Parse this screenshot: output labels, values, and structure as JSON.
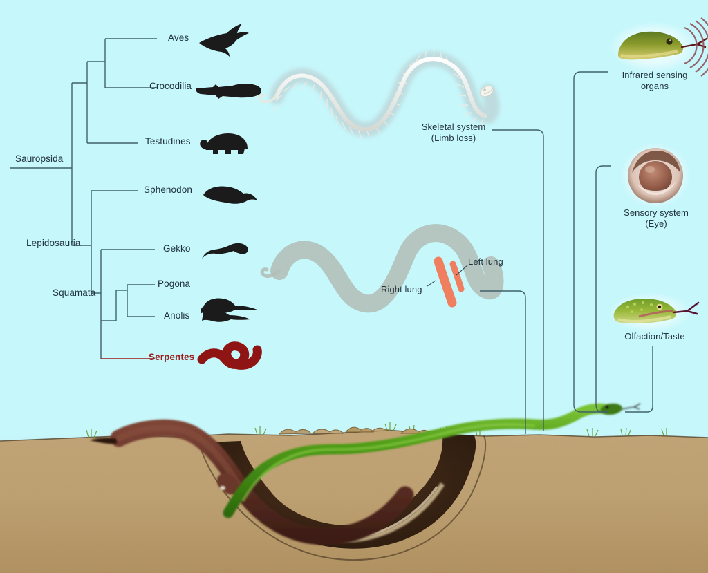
{
  "figure": {
    "background_color": "#c6f7fb",
    "soil_color": "#bfa172",
    "burrow_color": "#3b2415",
    "highlight_color": "#9b1b1b",
    "line_color": "#41606b"
  },
  "cladogram": {
    "internal_nodes": [
      {
        "id": "sauropsida",
        "label": "Sauropsida"
      },
      {
        "id": "lepidosauria",
        "label": "Lepidosauria"
      },
      {
        "id": "squamata",
        "label": "Squamata"
      }
    ],
    "tips": [
      {
        "id": "aves",
        "label": "Aves",
        "silhouette": "bird-silhouette",
        "highlight": false
      },
      {
        "id": "crocodilia",
        "label": "Crocodilia",
        "silhouette": "crocodile-silhouette",
        "highlight": false
      },
      {
        "id": "testudines",
        "label": "Testudines",
        "silhouette": "turtle-silhouette",
        "highlight": false
      },
      {
        "id": "sphenodon",
        "label": "Sphenodon",
        "silhouette": "tuatara-silhouette",
        "highlight": false
      },
      {
        "id": "gekko",
        "label": "Gekko",
        "silhouette": "gecko-silhouette",
        "highlight": false
      },
      {
        "id": "pogona",
        "label": "Pogona",
        "silhouette": "pogona-silhouette",
        "highlight": false
      },
      {
        "id": "anolis",
        "label": "Anolis",
        "silhouette": "anolis-silhouette",
        "highlight": false
      },
      {
        "id": "serpentes",
        "label": "Serpentes",
        "silhouette": "snake-silhouette",
        "highlight": true
      }
    ]
  },
  "annotations": {
    "skeletal": {
      "line1": "Skeletal system",
      "line2": "(Limb loss)"
    },
    "right_lung": "Right lung",
    "left_lung": "Left lung"
  },
  "panels": [
    {
      "id": "infrared",
      "line1": "Infrared sensing",
      "line2": "organs",
      "image": "snake-head-infrared-photo"
    },
    {
      "id": "eye",
      "line1": "Sensory system",
      "line2": "(Eye)",
      "image": "snake-eye-photo"
    },
    {
      "id": "olfaction",
      "line1": "Olfaction/Taste",
      "line2": "",
      "image": "snake-head-tongue-photo"
    }
  ],
  "habitat": {
    "burrowing_animal": "burrowing-reptile-illustration",
    "surface_snake": "green-snake-illustration"
  }
}
